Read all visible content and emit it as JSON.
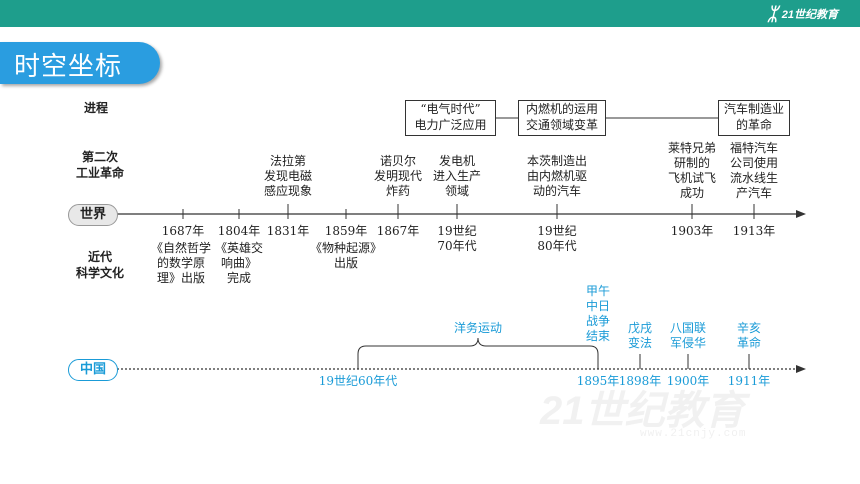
{
  "header": {
    "logo_text": "21世纪教育"
  },
  "title": "时空坐标",
  "row_labels": {
    "process": "进程",
    "revolution": [
      "第二次",
      "工业革命"
    ],
    "world": "世界",
    "culture": [
      "近代",
      "科学文化"
    ],
    "china": "中国"
  },
  "process_boxes": [
    [
      "“电气时代”",
      "电力广泛应用"
    ],
    [
      "内燃机的运用",
      "交通领域变革"
    ],
    [
      "汽车制造业",
      "的革命"
    ]
  ],
  "world_events_above": [
    [
      "法拉第",
      "发现电磁",
      "感应现象"
    ],
    [
      "诺贝尔",
      "发明现代",
      "炸药"
    ],
    [
      "发电机",
      "进入生产",
      "领域"
    ],
    [
      "本茨制造出",
      "由内燃机驱",
      "动的汽车"
    ],
    [
      "莱特兄弟",
      "研制的",
      "飞机试飞",
      "成功"
    ],
    [
      "福特汽车",
      "公司使用",
      "流水线生",
      "产汽车"
    ]
  ],
  "world_dates": [
    "1687年",
    "1804年",
    "1831年",
    "1859年",
    "1867年",
    "19世纪",
    "70年代",
    "19世纪",
    "80年代",
    "1903年",
    "1913年"
  ],
  "culture_events": [
    [
      "《自然哲学",
      "的数学原",
      "理》出版"
    ],
    [
      "《英雄交",
      "响曲》",
      "完成"
    ],
    [
      "《物种起源》",
      "出版"
    ]
  ],
  "china_events_above": [
    "洋务运动",
    [
      "甲午",
      "中日",
      "战争",
      "结束"
    ],
    [
      "戊戌",
      "变法"
    ],
    [
      "八国联",
      "军侵华"
    ],
    [
      "辛亥",
      "革命"
    ]
  ],
  "china_dates": [
    "19世纪60年代",
    "1895年",
    "1898年",
    "1900年",
    "1911年"
  ],
  "watermark": {
    "brand": "21世纪教育",
    "url": "www.21cnjy.com"
  },
  "colors": {
    "header": "#1e9e8c",
    "title_tab": "#2a9de0",
    "china": "#1a9bd7"
  }
}
